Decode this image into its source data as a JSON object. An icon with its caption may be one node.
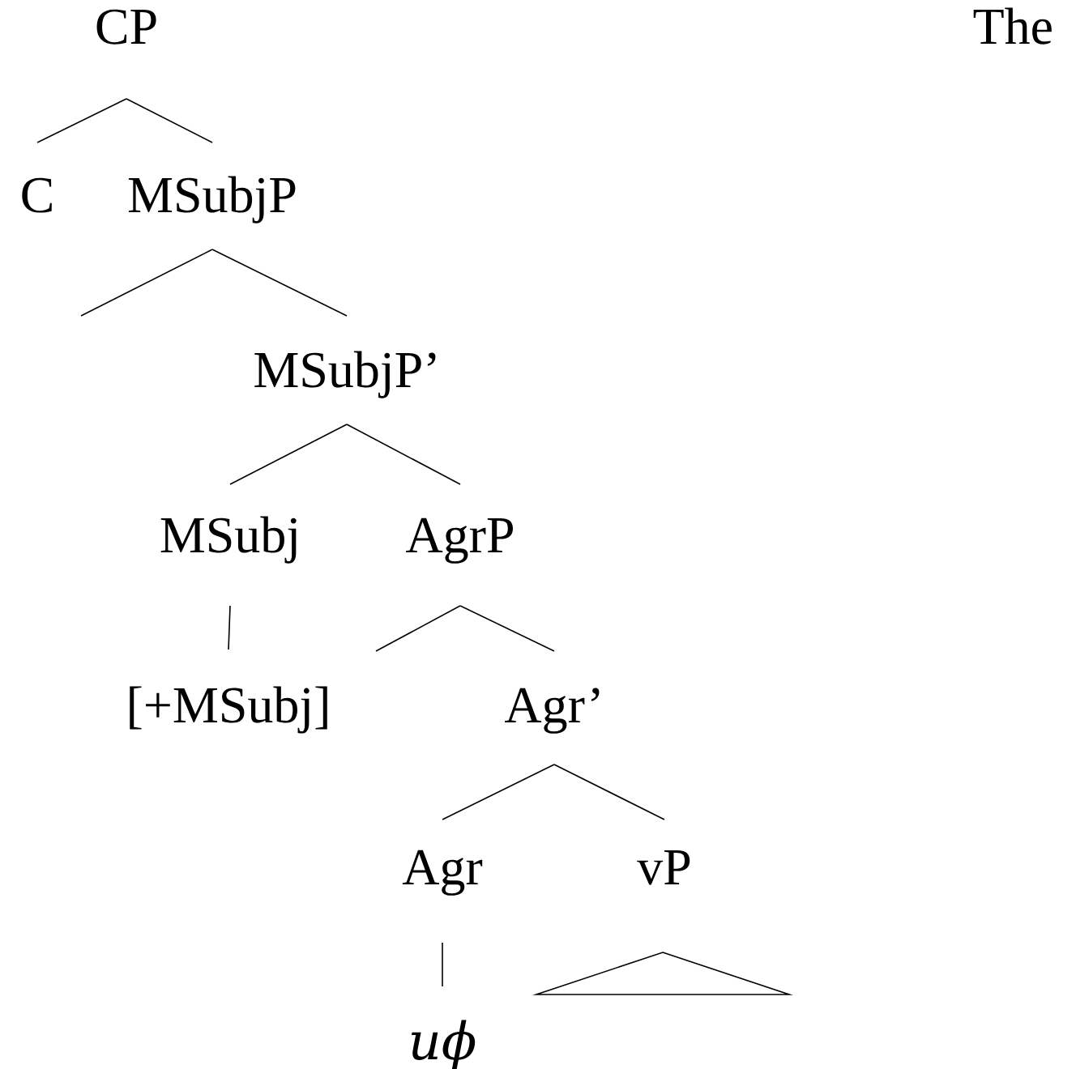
{
  "diagram": {
    "nodes": [
      {
        "text": [
          "CP"
        ]
      },
      {
        "text": [
          "C"
        ]
      },
      {
        "text": [
          "MSubjP"
        ]
      },
      {
        "text": [
          "MSubjP’"
        ]
      },
      {
        "text": [
          "MSubj"
        ]
      },
      {
        "text": [
          "AgrP"
        ]
      },
      {
        "text": [
          "[+MSubj]"
        ]
      },
      {
        "text": [
          "Agr’"
        ]
      },
      {
        "text": [
          "Agr"
        ]
      },
      {
        "text": [
          "vP"
        ]
      },
      {
        "text": [
          "uϕ"
        ]
      },
      {
        "text": [],
        "shape": "triangle"
      }
    ],
    "edges": [
      {
        "from": 0,
        "to": 1,
        "arrow": "none"
      },
      {
        "from": 0,
        "to": 2,
        "arrow": "none"
      },
      {
        "from": 2,
        "to": null,
        "arrow": "none"
      },
      {
        "from": 2,
        "to": 3,
        "arrow": "none"
      },
      {
        "from": 3,
        "to": 4,
        "arrow": "none"
      },
      {
        "from": 3,
        "to": 5,
        "arrow": "none"
      },
      {
        "from": 4,
        "to": 6,
        "arrow": "none"
      },
      {
        "from": 5,
        "to": null,
        "arrow": "none"
      },
      {
        "from": 5,
        "to": 7,
        "arrow": "none"
      },
      {
        "from": 7,
        "to": 8,
        "arrow": "none"
      },
      {
        "from": 7,
        "to": 9,
        "arrow": "none"
      },
      {
        "from": 8,
        "to": 10,
        "arrow": "none"
      }
    ],
    "labels": [
      "The"
    ]
  }
}
